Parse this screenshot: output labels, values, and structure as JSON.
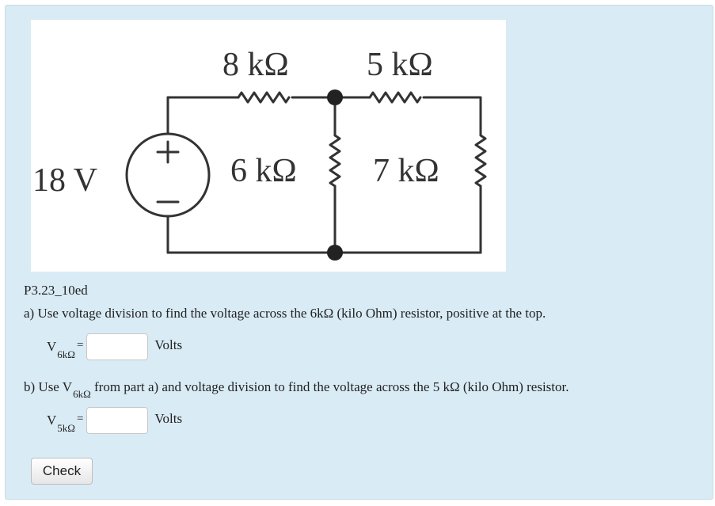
{
  "circuit": {
    "source_label": "18 V",
    "source_plus": "+",
    "source_minus": "−",
    "r_top_left": "8 kΩ",
    "r_top_right": "5 kΩ",
    "r_mid": "6 kΩ",
    "r_right": "7 kΩ"
  },
  "question": {
    "id": "P3.23_10ed",
    "part_a": "a) Use voltage division to find the voltage across the 6kΩ (kilo Ohm) resistor, positive at the top.",
    "part_a_var": "V",
    "part_a_sub": "6kΩ",
    "part_a_unit": "Volts",
    "part_b_prefix": "b) Use V",
    "part_b_sub": "6kΩ",
    "part_b_suffix": " from part a) and voltage division to find the voltage across the 5 kΩ (kilo Ohm) resistor.",
    "part_b_var": "V",
    "part_b_unit": "Volts",
    "equals": "=",
    "part_b_sub2": "5kΩ"
  },
  "inputs": {
    "v6k_value": "",
    "v5k_value": ""
  },
  "buttons": {
    "check": "Check"
  }
}
